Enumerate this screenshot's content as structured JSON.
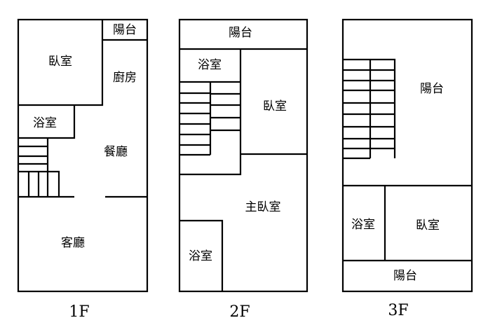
{
  "floors": [
    {
      "label": "1F",
      "rooms": {
        "balcony": "陽台",
        "bedroom": "臥室",
        "kitchen": "廚房",
        "bathroom": "浴室",
        "dining": "餐廳",
        "living": "客廳"
      }
    },
    {
      "label": "2F",
      "rooms": {
        "balcony": "陽台",
        "bathroom_top": "浴室",
        "bedroom": "臥室",
        "master_bedroom": "主臥室",
        "bathroom_bottom": "浴室"
      }
    },
    {
      "label": "3F",
      "rooms": {
        "balcony_top": "陽台",
        "bathroom": "浴室",
        "bedroom": "臥室",
        "balcony_bottom": "陽台"
      }
    }
  ]
}
